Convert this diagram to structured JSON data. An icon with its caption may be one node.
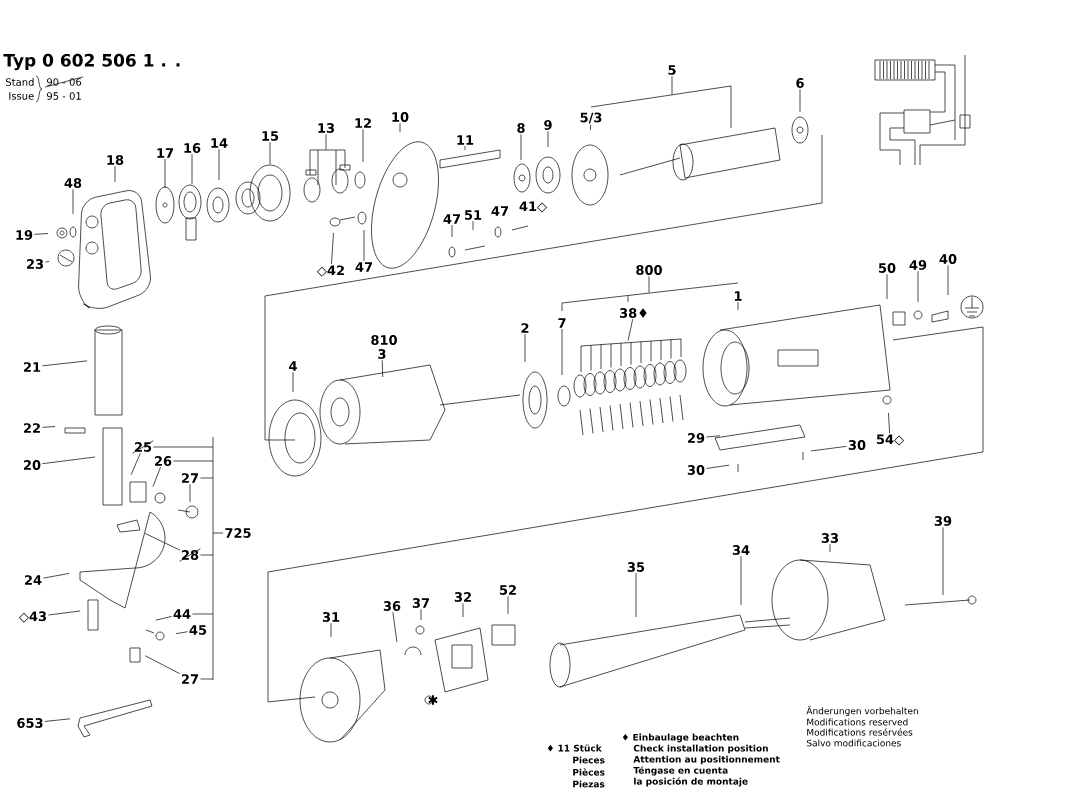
{
  "diagram": {
    "nodes": [
      {
        "text": [
          "5"
        ]
      },
      {
        "text": [
          "5/3"
        ]
      },
      {
        "text": [
          "6"
        ]
      },
      {
        "text": [
          "9"
        ]
      },
      {
        "text": [
          "8"
        ]
      },
      {
        "text": [
          "10"
        ]
      },
      {
        "text": [
          "12"
        ]
      },
      {
        "text": [
          "11"
        ]
      },
      {
        "text": [
          "13"
        ]
      },
      {
        "text": [
          "15"
        ]
      },
      {
        "text": [
          "14"
        ]
      },
      {
        "text": [
          "16"
        ]
      },
      {
        "text": [
          "17"
        ]
      },
      {
        "text": [
          "18"
        ]
      },
      {
        "text": [
          "48"
        ]
      },
      {
        "text": [
          "19"
        ]
      },
      {
        "text": [
          "23"
        ]
      },
      {
        "text": [
          "47"
        ]
      },
      {
        "text": [
          "51"
        ]
      },
      {
        "text": [
          "◇42"
        ]
      },
      {
        "text": [
          "47"
        ]
      },
      {
        "text": [
          "800"
        ]
      },
      {
        "text": [
          "38♦"
        ]
      },
      {
        "text": [
          "1"
        ]
      },
      {
        "text": [
          "7"
        ]
      },
      {
        "text": [
          "2"
        ]
      },
      {
        "text": [
          "3"
        ]
      },
      {
        "text": [
          "4"
        ]
      },
      {
        "text": [
          "50"
        ]
      },
      {
        "text": [
          "49"
        ]
      },
      {
        "text": [
          "40"
        ]
      },
      {
        "text": [
          "21"
        ]
      },
      {
        "text": [
          "22"
        ]
      },
      {
        "text": [
          "20"
        ]
      },
      {
        "text": [
          "25"
        ]
      },
      {
        "text": [
          "26"
        ]
      },
      {
        "text": [
          "27"
        ]
      },
      {
        "text": [
          "29"
        ]
      },
      {
        "text": [
          "30"
        ]
      },
      {
        "text": [
          "30"
        ]
      },
      {
        "text": [
          "54◇"
        ]
      },
      {
        "text": [
          "725"
        ]
      },
      {
        "text": [
          "28"
        ]
      },
      {
        "text": [
          "24"
        ]
      },
      {
        "text": [
          "◇43"
        ]
      },
      {
        "text": [
          "44"
        ]
      },
      {
        "text": [
          "45"
        ]
      },
      {
        "text": [
          "27"
        ]
      },
      {
        "text": [
          "653"
        ]
      },
      {
        "text": [
          "31"
        ]
      },
      {
        "text": [
          "36"
        ]
      },
      {
        "text": [
          "37"
        ]
      },
      {
        "text": [
          "32"
        ]
      },
      {
        "text": [
          "52"
        ]
      },
      {
        "text": [
          "35"
        ]
      },
      {
        "text": [
          "34"
        ]
      },
      {
        "text": [
          "33"
        ]
      },
      {
        "text": [
          "39"
        ]
      },
      {
        "text": [],
        "shape": "bracket"
      },
      {
        "text": [],
        "shape": "bracket"
      },
      {
        "text": [],
        "shape": "bracket"
      },
      {
        "text": [],
        "shape": "bracket"
      },
      {
        "text": [],
        "shape": "bracket"
      }
    ],
    "edges": [
      {
        "from": 0,
        "to": 58,
        "arrow": "none"
      },
      {
        "from": 1,
        "to": null,
        "arrow": "none"
      },
      {
        "from": 2,
        "to": null,
        "arrow": "none"
      },
      {
        "from": 3,
        "to": null,
        "arrow": "none"
      },
      {
        "from": 4,
        "to": null,
        "arrow": "none"
      },
      {
        "from": 5,
        "to": null,
        "arrow": "none"
      },
      {
        "from": 6,
        "to": null,
        "arrow": "none"
      },
      {
        "from": 7,
        "to": null,
        "arrow": "none"
      },
      {
        "from": 8,
        "to": 59,
        "arrow": "none"
      },
      {
        "from": 9,
        "to": null,
        "arrow": "none"
      },
      {
        "from": 10,
        "to": null,
        "arrow": "none"
      },
      {
        "from": 11,
        "to": null,
        "arrow": "none"
      },
      {
        "from": 12,
        "to": null,
        "arrow": "none"
      },
      {
        "from": 13,
        "to": null,
        "arrow": "none"
      },
      {
        "from": 14,
        "to": null,
        "arrow": "none"
      },
      {
        "from": 15,
        "to": null,
        "arrow": "none"
      },
      {
        "from": 16,
        "to": null,
        "arrow": "none"
      },
      {
        "from": 17,
        "to": null,
        "arrow": "none"
      },
      {
        "from": 18,
        "to": null,
        "arrow": "none"
      },
      {
        "from": 19,
        "to": null,
        "arrow": "none"
      },
      {
        "from": 20,
        "to": null,
        "arrow": "none"
      },
      {
        "from": 21,
        "to": 60,
        "arrow": "none"
      },
      {
        "from": 22,
        "to": 61,
        "arrow": "none"
      },
      {
        "from": 23,
        "to": null,
        "arrow": "none"
      },
      {
        "from": 24,
        "to": null,
        "arrow": "none"
      },
      {
        "from": 25,
        "to": null,
        "arrow": "none"
      },
      {
        "from": 26,
        "to": null,
        "arrow": "none"
      },
      {
        "from": 27,
        "to": null,
        "arrow": "none"
      },
      {
        "from": 28,
        "to": null,
        "arrow": "none"
      },
      {
        "from": 29,
        "to": null,
        "arrow": "none"
      },
      {
        "from": 30,
        "to": null,
        "arrow": "none"
      },
      {
        "from": 31,
        "to": null,
        "arrow": "none"
      },
      {
        "from": 32,
        "to": null,
        "arrow": "none"
      },
      {
        "from": 33,
        "to": null,
        "arrow": "none"
      },
      {
        "from": 34,
        "to": null,
        "arrow": "none"
      },
      {
        "from": 35,
        "to": null,
        "arrow": "none"
      },
      {
        "from": 36,
        "to": null,
        "arrow": "none"
      },
      {
        "from": 37,
        "to": null,
        "arrow": "none"
      },
      {
        "from": 38,
        "to": null,
        "arrow": "none"
      },
      {
        "from": 39,
        "to": null,
        "arrow": "none"
      },
      {
        "from": 40,
        "to": null,
        "arrow": "none"
      },
      {
        "from": 41,
        "to": 62,
        "arrow": "none"
      },
      {
        "from": 42,
        "to": null,
        "arrow": "none"
      },
      {
        "from": 43,
        "to": null,
        "arrow": "none"
      },
      {
        "from": 44,
        "to": null,
        "arrow": "none"
      },
      {
        "from": 45,
        "to": null,
        "arrow": "none"
      },
      {
        "from": 46,
        "to": null,
        "arrow": "none"
      },
      {
        "from": 47,
        "to": null,
        "arrow": "none"
      },
      {
        "from": 48,
        "to": null,
        "arrow": "none"
      },
      {
        "from": 49,
        "to": null,
        "arrow": "none"
      },
      {
        "from": 50,
        "to": null,
        "arrow": "none"
      },
      {
        "from": 51,
        "to": null,
        "arrow": "none"
      },
      {
        "from": 52,
        "to": null,
        "arrow": "none"
      },
      {
        "from": 53,
        "to": null,
        "arrow": "none"
      },
      {
        "from": 54,
        "to": null,
        "arrow": "none"
      },
      {
        "from": 55,
        "to": null,
        "arrow": "none"
      },
      {
        "from": 56,
        "to": null,
        "arrow": "none"
      },
      {
        "from": 57,
        "to": null,
        "arrow": "none"
      },
      {
        "from": 34,
        "to": 62,
        "arrow": "none"
      },
      {
        "from": 35,
        "to": 62,
        "arrow": "none"
      },
      {
        "from": 36,
        "to": 62,
        "arrow": "none"
      },
      {
        "from": 42,
        "to": 62,
        "arrow": "none"
      },
      {
        "from": 45,
        "to": 62,
        "arrow": "none"
      },
      {
        "from": 47,
        "to": 62,
        "arrow": "none"
      }
    ],
    "labels": [
      "**Typ** 0 602 **506** 1 . .",
      "Stand",
      "Issue",
      "90 - 06",
      "95 - 01",
      "47",
      "41◇",
      "810",
      "✱",
      "♦ 11 Stück",
      "Pieces",
      "Pièces",
      "Piezas",
      "♦ Einbaulage beachten",
      "Check installation position",
      "Attention au positionnement",
      "Téngase en cuenta",
      "la posición de montaje",
      "Änderungen vorbehalten",
      "Modifications reserved",
      "Modifications resérvées",
      "Salvo modificaciones"
    ]
  }
}
